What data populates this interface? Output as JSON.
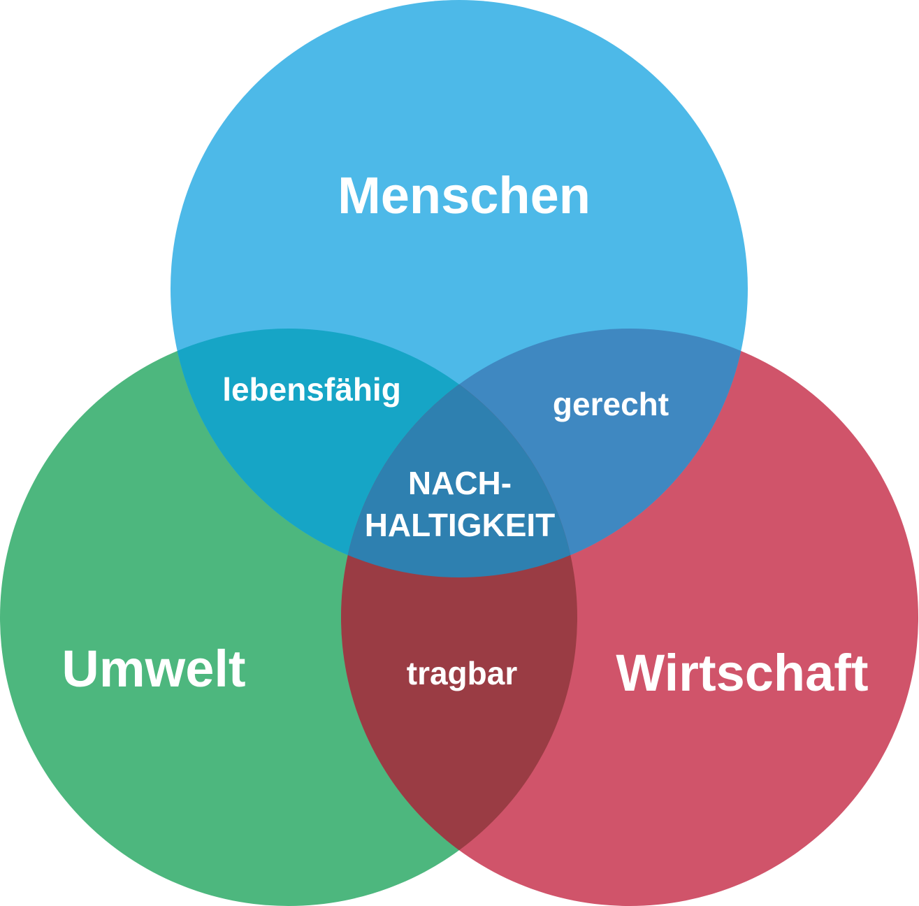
{
  "sets": {
    "top": {
      "label": "Menschen",
      "color": "#4DB9E8"
    },
    "left": {
      "label": "Umwelt",
      "color": "#4DB77E"
    },
    "right": {
      "label": "Wirtschaft",
      "color": "#D0546A"
    }
  },
  "intersections": {
    "top_left": {
      "label": "lebensfähig",
      "color": "#16A5C6"
    },
    "top_right": {
      "label": "gerecht",
      "color": "#3F88C1"
    },
    "left_right": {
      "label": "tragbar",
      "color": "#9A3C44"
    },
    "center": {
      "line1": "NACH-",
      "line2": "HALTIGKEIT",
      "color": "#2E80B0"
    }
  }
}
